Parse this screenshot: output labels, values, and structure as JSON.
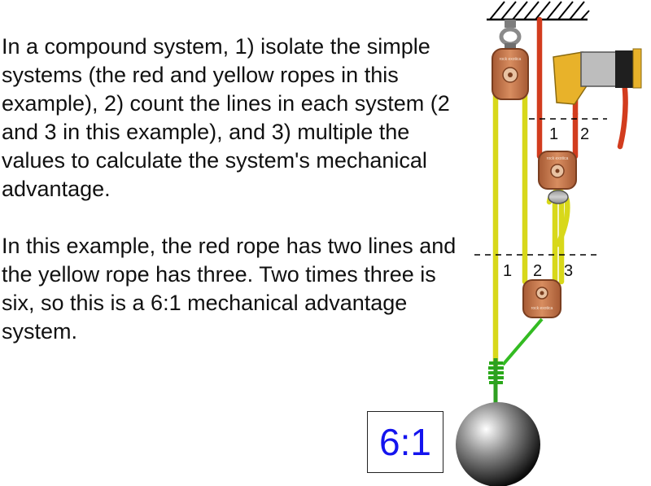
{
  "explanation": {
    "paragraph1": "In a compound system, 1) isolate the simple systems (the red and yellow ropes in this example), 2) count the lines in each system (2 and 3 in this example), and 3) multiple the values to calculate the system's mechanical advantage.",
    "paragraph2": "In this example, the red rope has two lines and the yellow rope has three. Two times three is six, so this is a 6:1 mechanical advantage system."
  },
  "ratio": "6:1",
  "line_counts": {
    "red": [
      "1",
      "2"
    ],
    "yellow": [
      "1",
      "2",
      "3"
    ]
  },
  "pulley_brand": "rock exotica",
  "colors": {
    "red_rope": "#d23c1e",
    "yellow_rope": "#d8d81a",
    "green_cord": "#33bb22",
    "pulley": "#c4744a",
    "ratio_text": "#1414ee"
  }
}
